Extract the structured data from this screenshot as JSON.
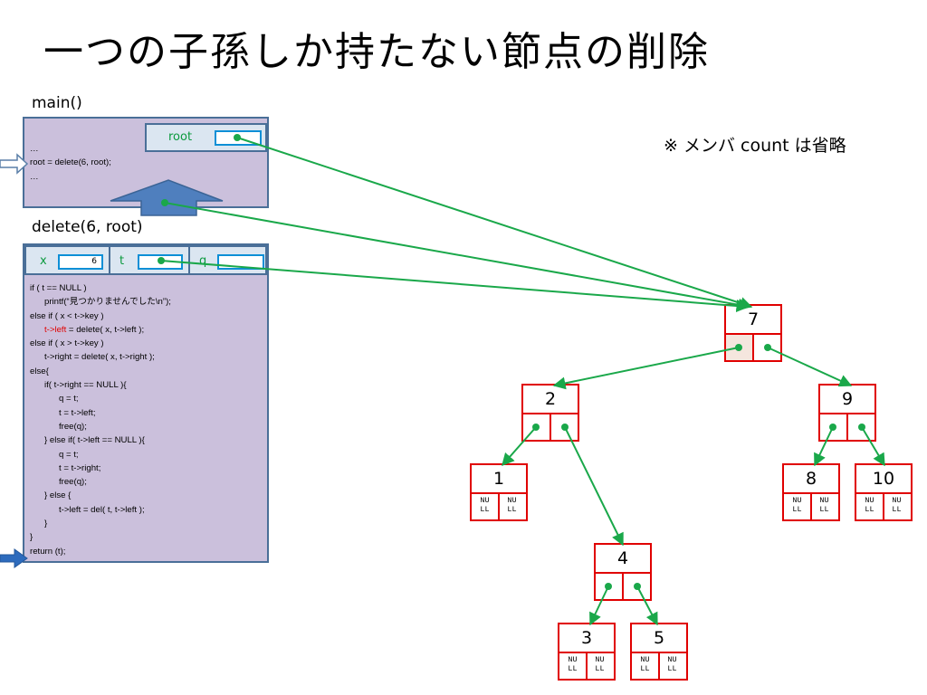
{
  "title": "一つの子孫しか持たない節点の削除",
  "note": "※ メンバ count は省略",
  "main_frame": {
    "label": "main()",
    "var_root": "root",
    "code": [
      "…",
      "root = delete(6, root);",
      "…"
    ]
  },
  "delete_frame": {
    "label": "delete(6, root)",
    "var_x": "x",
    "x_value": "6",
    "var_t": "t",
    "var_q": "q",
    "code": [
      "if ( t == NULL )",
      "      printf(“見つかりませんでした\\n”);",
      "else if ( x < t->key )",
      "t->left",
      " = delete( x, t->left );",
      "else if ( x > t->key )",
      "      t->right = delete( x, t->right );",
      "else{",
      "      if( t->right == NULL ){",
      "            q = t;",
      "            t = t->left;",
      "            free(q);",
      "      } else if( t->left == NULL ){",
      "            q = t;",
      "            t = t->right;",
      "            free(q);",
      "      } else {",
      "            t->left = del( t, t->left );",
      "      }",
      "}",
      "return (t);"
    ]
  },
  "tree": {
    "null_line1": "NU",
    "null_line2": "LL",
    "nodes": {
      "n7": "7",
      "n2": "2",
      "n9": "9",
      "n1": "1",
      "n4": "4",
      "n8": "8",
      "n10": "10",
      "n3": "3",
      "n5": "5"
    }
  },
  "colors": {
    "frame_fill": "#cbc0dc",
    "frame_border": "#4a6f98",
    "pointer": "#1aa84a",
    "node_border": "#e00000",
    "var_border": "#0c8fd6"
  }
}
